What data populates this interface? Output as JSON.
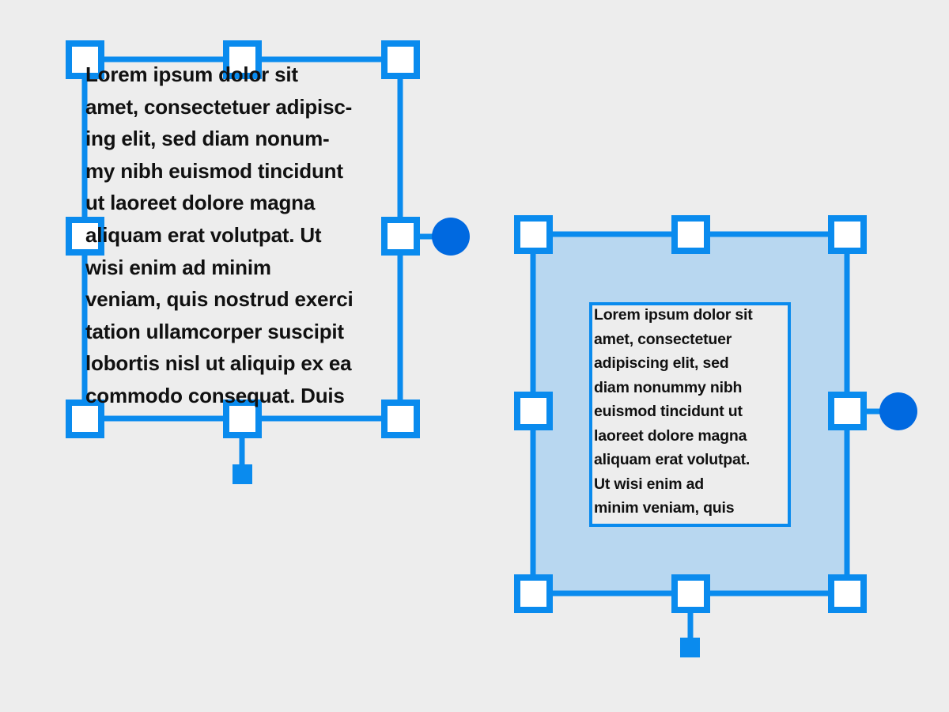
{
  "colors": {
    "frame": "#0a8bee",
    "fill": "#b8d7f0",
    "rotate_handle": "#0069e0",
    "background": "#ededed"
  },
  "left_frame": {
    "text_lines": [
      "Lorem ipsum dolor sit",
      "amet, consectetuer adipisc-",
      "ing elit, sed diam nonum-",
      "my nibh euismod tincidunt",
      "ut laoreet dolore magna",
      "aliquam erat volutpat. Ut",
      "wisi enim ad minim",
      "veniam, quis nostrud exerci",
      "tation ullamcorper suscipit",
      "lobortis nisl ut aliquip ex ea",
      "commodo consequat. Duis"
    ]
  },
  "right_frame": {
    "text_lines": [
      "Lorem ipsum dolor sit",
      "amet, consectetuer",
      "adipiscing elit, sed",
      "diam nonummy nibh",
      "euismod tincidunt ut",
      "laoreet dolore magna",
      "aliquam erat volutpat.",
      "Ut wisi enim ad",
      "minim veniam, quis"
    ]
  }
}
